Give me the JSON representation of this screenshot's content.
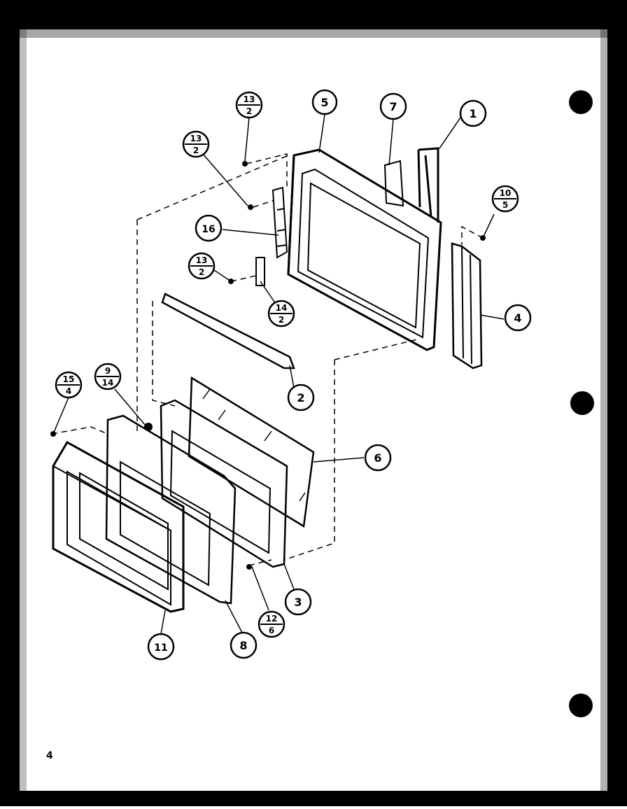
{
  "callouts": {
    "c1": "1",
    "c2": "2",
    "c3": "3",
    "c4": "4",
    "c5": "5",
    "c6": "6",
    "c7": "7",
    "c8": "8",
    "c11": "11",
    "c16": "16"
  },
  "fractions": {
    "f13a": {
      "top": "13",
      "bottom": "2"
    },
    "f13b": {
      "top": "13",
      "bottom": "2"
    },
    "f13c": {
      "top": "13",
      "bottom": "2"
    },
    "f14": {
      "top": "14",
      "bottom": "2"
    },
    "f10": {
      "top": "10",
      "bottom": "5"
    },
    "f15": {
      "top": "15",
      "bottom": "4"
    },
    "f9": {
      "top": "9",
      "bottom": "14"
    },
    "f12": {
      "top": "12",
      "bottom": "6"
    }
  },
  "page_number": "4"
}
